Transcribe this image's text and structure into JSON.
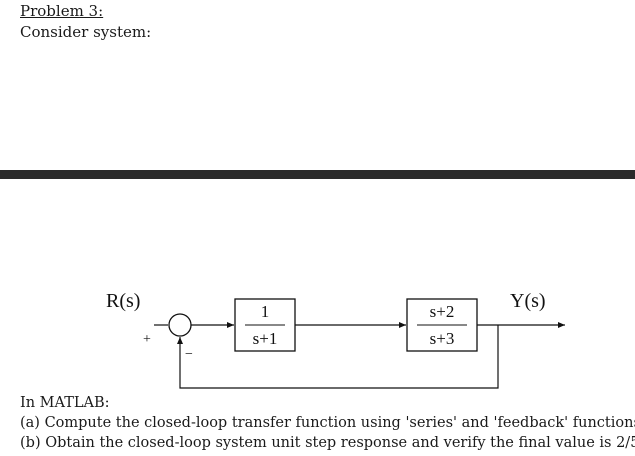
{
  "header": {
    "problem_label": "Problem 3:",
    "subtitle": "Consider system:"
  },
  "diagram": {
    "input_label": "R(s)",
    "output_label": "Y(s)",
    "sum_plus": "+",
    "sum_minus": "−",
    "block1": {
      "numerator": "1",
      "denominator": "s+1"
    },
    "block2": {
      "numerator": "s+2",
      "denominator": "s+3"
    }
  },
  "question": {
    "intro": "In MATLAB:",
    "items": [
      {
        "marker": "(a)",
        "text": "Compute the closed-loop transfer function using 'series' and 'feedback' functions"
      },
      {
        "marker": "(b)",
        "text": "Obtain the closed-loop system unit step response and verify the final value is 2/5"
      }
    ]
  }
}
